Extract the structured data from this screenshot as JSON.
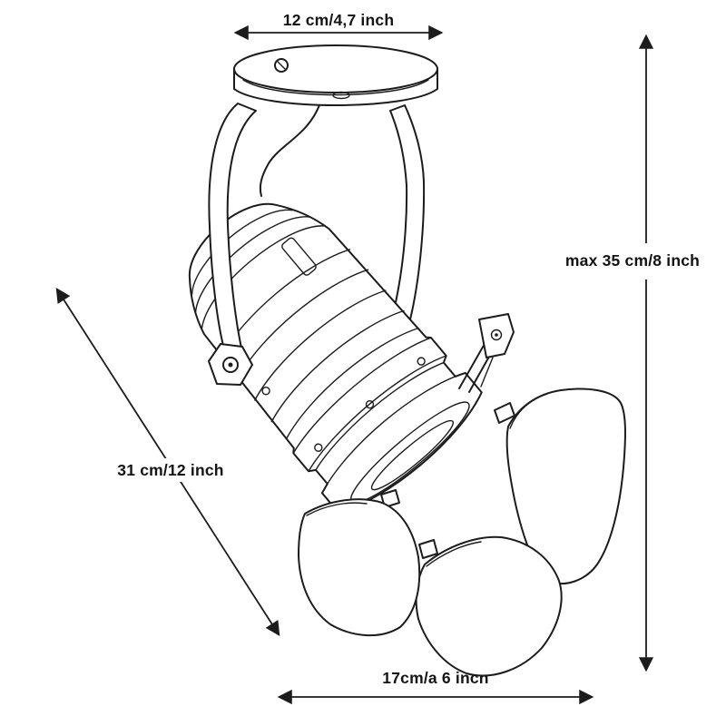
{
  "page": {
    "background": "#ffffff",
    "line_color": "#1c1c1c"
  },
  "diagram": {
    "subject": "ceiling-mounted studio spotlight with barn doors - technical dimension drawing",
    "labels": {
      "top": "12 cm/4,7 inch",
      "right": "max 35 cm/8 inch",
      "diagonal": "31 cm/12 inch",
      "bottom": "17cm/a 6 inch"
    }
  }
}
